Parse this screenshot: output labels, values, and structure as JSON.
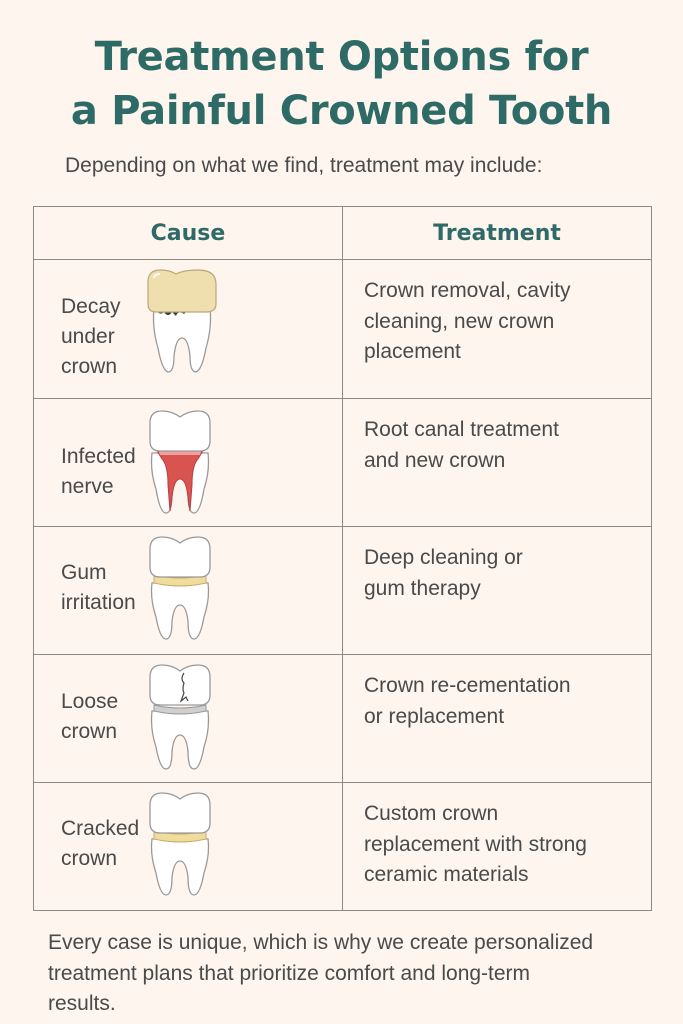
{
  "header": {
    "title_line1": "Treatment Options for",
    "title_line2": "a Painful Crowned Tooth",
    "subtitle": "Depending on what we find, treatment may include:"
  },
  "colors": {
    "background": "#fdf5ee",
    "accent_teal": "#2f6b66",
    "body_text": "#4a4a4a",
    "border": "#8a8a8a",
    "crown_gold": "#efdfae",
    "infection_red": "#d9534f",
    "gum_band_yellow": "#f0dc9c"
  },
  "table": {
    "headers": {
      "cause": "Cause",
      "treatment": "Treatment"
    },
    "rows": [
      {
        "cause": "Decay\nunder\ncrown",
        "icon": "decayed-tooth-gold-crown-icon",
        "treatment": "Crown removal, cavity\ncleaning, new crown\nplacement"
      },
      {
        "cause": "Infected\nnerve",
        "icon": "infected-nerve-tooth-icon",
        "treatment": "Root canal treatment\nand new crown"
      },
      {
        "cause": "Gum\nirritation",
        "icon": "gum-irritation-tooth-icon",
        "treatment": "Deep cleaning or\ngum therapy"
      },
      {
        "cause": "Loose\ncrown",
        "icon": "loose-cracked-crown-tooth-icon",
        "treatment": "Crown re-cementation\nor replacement"
      },
      {
        "cause": "Cracked\ncrown",
        "icon": "cracked-crown-tooth-icon",
        "treatment": "Custom crown\nreplacement with strong\nceramic materials"
      }
    ]
  },
  "footer": {
    "text": "Every case is unique, which is why we create personalized\ntreatment plans that prioritize comfort and long-term\nresults."
  }
}
